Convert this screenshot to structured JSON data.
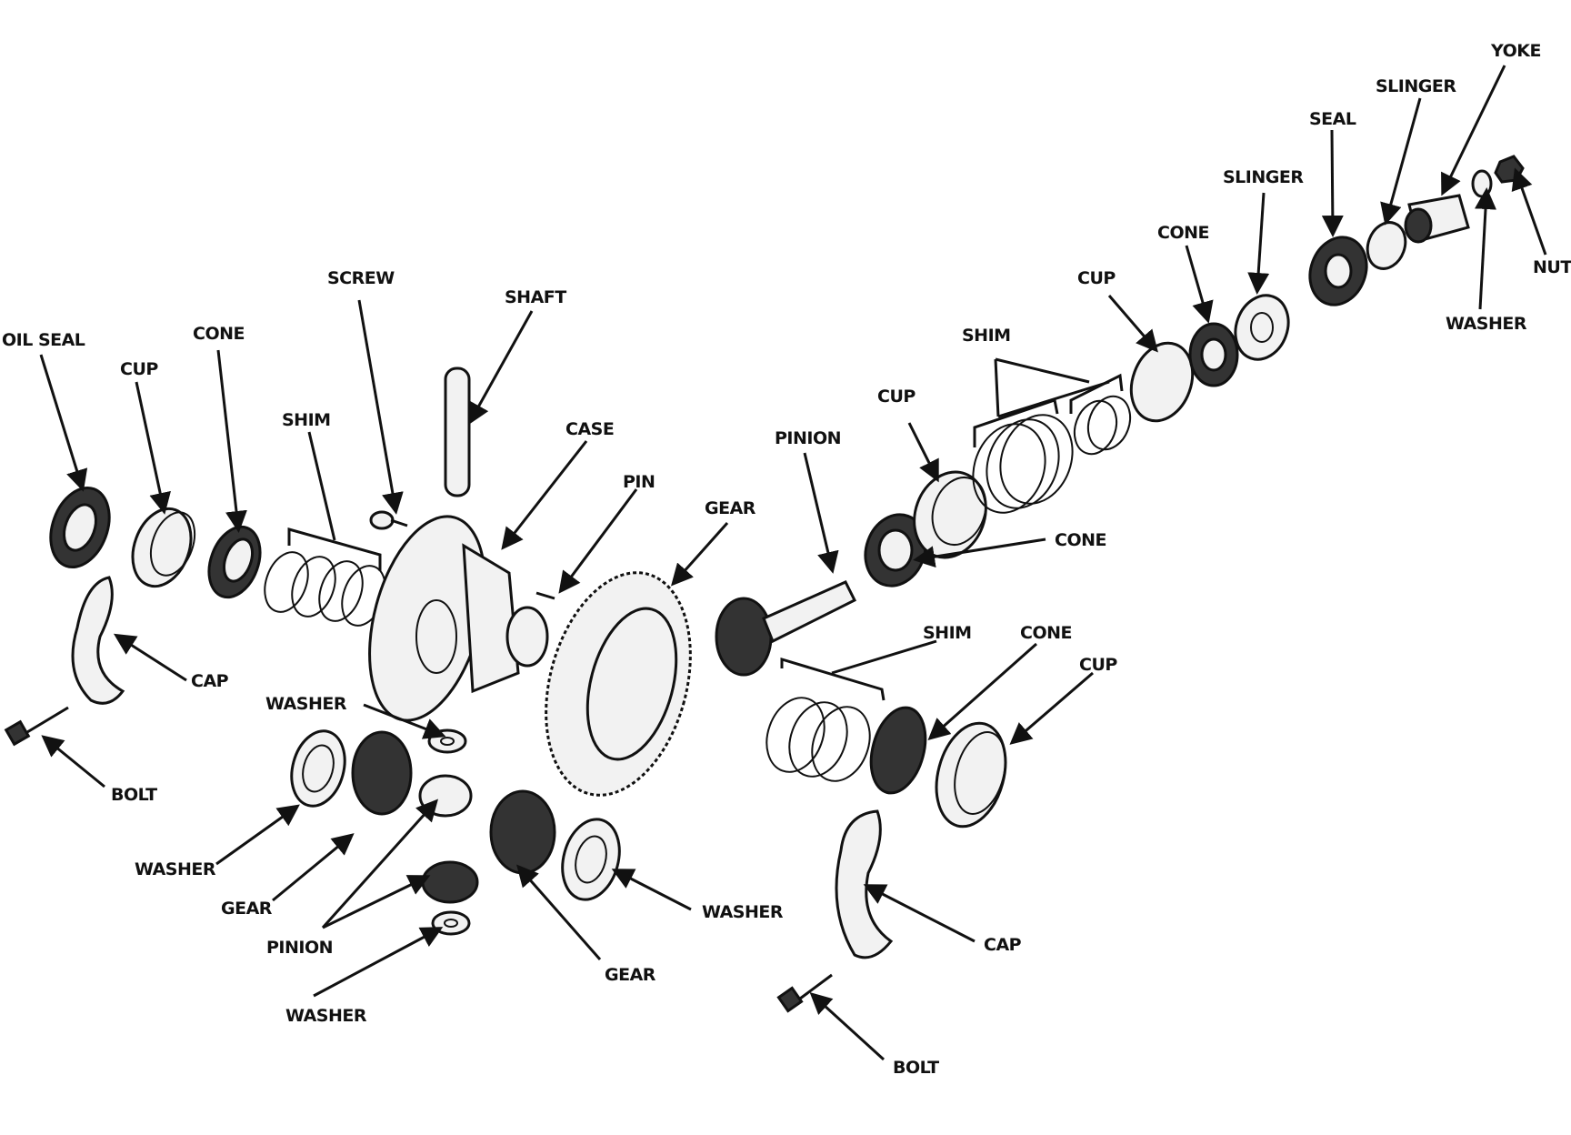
{
  "labels": {
    "oil_seal": "OIL SEAL",
    "cup_left": "CUP",
    "cone_left": "CONE",
    "shim_left": "SHIM",
    "screw": "SCREW",
    "shaft": "SHAFT",
    "case": "CASE",
    "pin": "PIN",
    "gear_ring": "GEAR",
    "pinion_main": "PINION",
    "cup_mid": "CUP",
    "shim_top": "SHIM",
    "cup_top": "CUP",
    "cone_top": "CONE",
    "slinger_inner": "SLINGER",
    "seal": "SEAL",
    "slinger_outer": "SLINGER",
    "yoke": "YOKE",
    "nut": "NUT",
    "washer_yoke": "WASHER",
    "cone_mid": "CONE",
    "shim_right": "SHIM",
    "cone_right": "CONE",
    "cup_right": "CUP",
    "cap_left": "CAP",
    "bolt_left": "BOLT",
    "washer_center": "WASHER",
    "washer_left": "WASHER",
    "gear_side_left": "GEAR",
    "pinion_diff": "PINION",
    "washer_bottom": "WASHER",
    "gear_side_right": "GEAR",
    "washer_right": "WASHER",
    "cap_right": "CAP",
    "bolt_right": "BOLT"
  }
}
